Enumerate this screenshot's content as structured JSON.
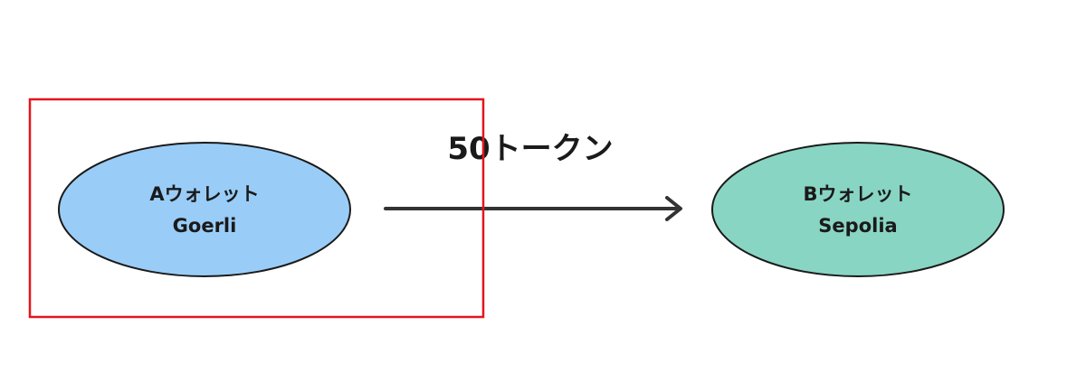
{
  "diagram": {
    "colors": {
      "node_a_fill": "#99cdf7",
      "node_b_fill": "#88d5c4",
      "node_stroke": "#1a1a1a",
      "arrow": "#333333",
      "highlight_box": "#e3161b",
      "text": "#1a1a1a"
    },
    "node_a": {
      "line1": "Aウォレット",
      "line2": "Goerli"
    },
    "node_b": {
      "line1": "Bウォレット",
      "line2": "Sepolia"
    },
    "edge": {
      "label": "50トークン",
      "direction": "A-to-B"
    }
  }
}
